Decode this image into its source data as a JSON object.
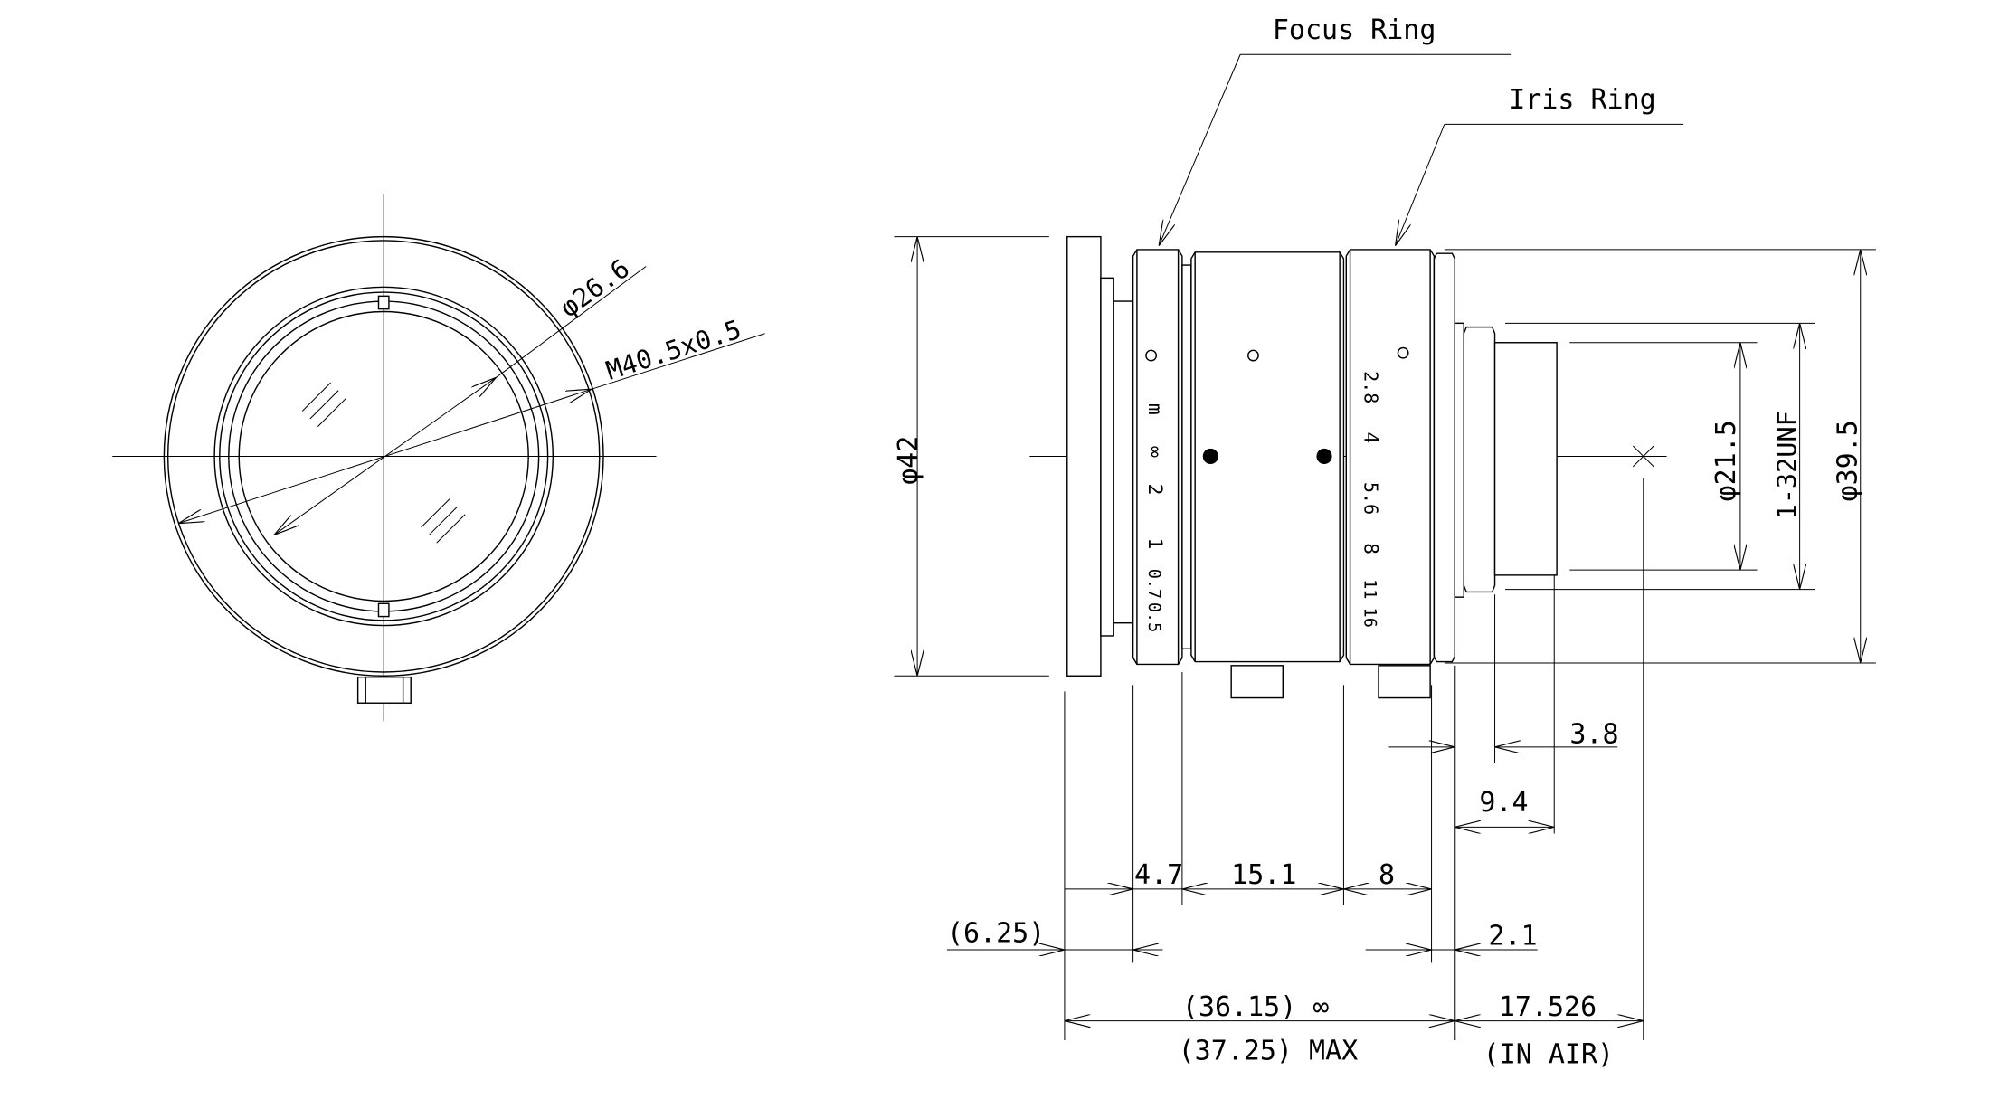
{
  "labels": {
    "focus_ring": "Focus Ring",
    "iris_ring": "Iris Ring"
  },
  "front_view": {
    "inner_diameter": "φ26.6",
    "thread": "M40.5x0.5"
  },
  "side_view": {
    "outer_diameter": "φ42",
    "rear_diameter": "φ39.5",
    "mount_thread": "1-32UNF",
    "mount_diameter": "φ21.5",
    "focus_scale_unit": "m",
    "focus_scale": [
      "∞",
      "2",
      "1",
      "0.7",
      "0.5"
    ],
    "iris_scale": [
      "2.8",
      "4",
      "5.6",
      "8",
      "11",
      "16"
    ]
  },
  "dimensions": {
    "d_4_7": "4.7",
    "d_15_1": "15.1",
    "d_8": "8",
    "d_6_25": "(6.25)",
    "d_2_1": "2.1",
    "d_3_8": "3.8",
    "d_9_4": "9.4",
    "length_inf": "(36.15) ∞",
    "length_max": "(37.25) MAX",
    "flange_back": "17.526",
    "flange_note": "(IN AIR)"
  }
}
